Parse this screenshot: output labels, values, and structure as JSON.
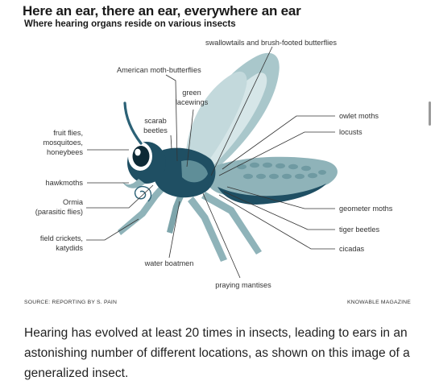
{
  "title": "Here an ear, there an ear, everywhere an ear",
  "subtitle": "Where hearing organs reside on various insects",
  "labels": {
    "swallowtails": "swallowtails and brush-footed butterflies",
    "american_moth": "American moth-butterflies",
    "green_lacewings_1": "green",
    "green_lacewings_2": "lacewings",
    "scarab_1": "scarab",
    "scarab_2": "beetles",
    "fruit_flies_1": "fruit flies,",
    "fruit_flies_2": "mosquitoes,",
    "fruit_flies_3": "honeybees",
    "hawkmoths": "hawkmoths",
    "ormia_1": "Ormia",
    "ormia_2": "(parasitic flies)",
    "crickets_1": "field crickets,",
    "crickets_2": "katydids",
    "water_boatmen": "water boatmen",
    "praying_mantises": "praying mantises",
    "owlet_moths": "owlet moths",
    "locusts": "locusts",
    "geometer_moths": "geometer moths",
    "tiger_beetles": "tiger beetles",
    "cicadas": "cicadas"
  },
  "colors": {
    "dark_teal": "#1f4f63",
    "mid_teal": "#5f8e98",
    "light_teal": "#8fb3b9",
    "wing_light": "#a9c7cb",
    "wing_inner": "#d6e6e8"
  },
  "footer": {
    "source": "SOURCE: REPORTING BY S. PAIN",
    "credit": "KNOWABLE MAGAZINE"
  },
  "caption": "Hearing has evolved at least 20 times in insects, leading to ears in an astonishing number of different locations, as shown on this image of a generalized insect."
}
